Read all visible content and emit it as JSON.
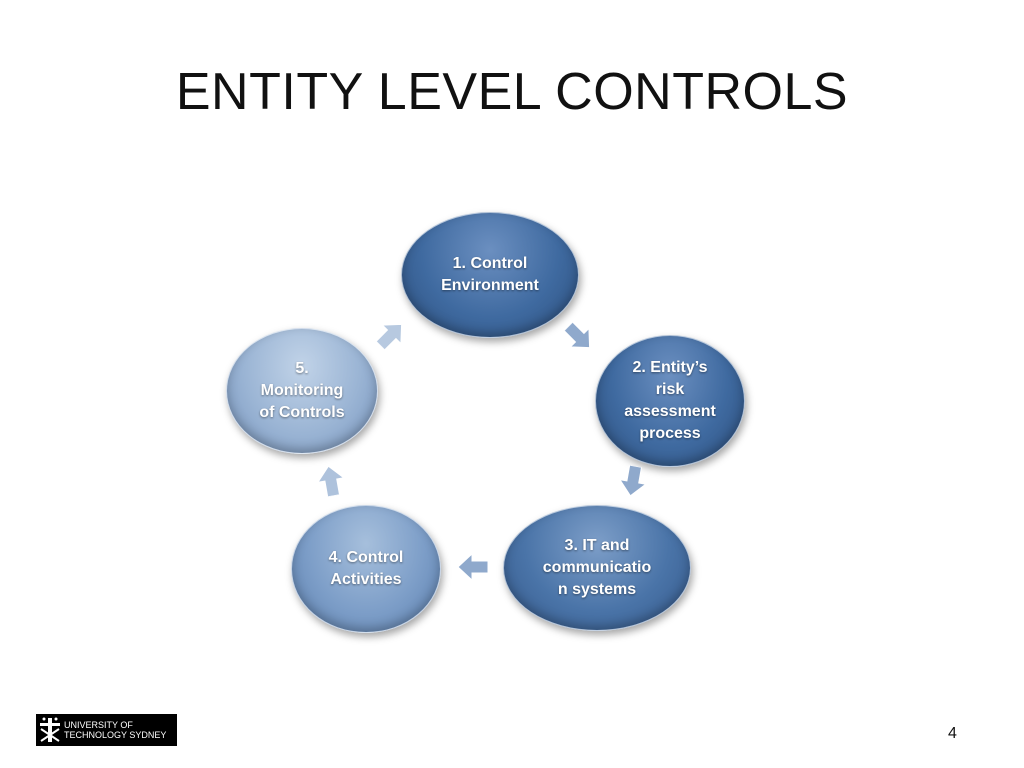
{
  "slide": {
    "title": "ENTITY LEVEL CONTROLS",
    "page_number": "4"
  },
  "diagram": {
    "type": "cycle",
    "nodes": [
      {
        "label": "1. Control\nEnvironment",
        "color": "#3f6aa0"
      },
      {
        "label": "2. Entity’s\nrisk\nassessment\nprocess",
        "color": "#3f6aa0"
      },
      {
        "label": "3. IT and\ncommunicatio\nn systems",
        "color": "#4a74a8"
      },
      {
        "label": "4. Control\nActivities",
        "color": "#7d9ec8"
      },
      {
        "label": "5.\nMonitoring\nof Controls",
        "color": "#9ab4d4"
      }
    ],
    "arrow_color": "#8fa9cc"
  },
  "footer": {
    "logo_text": "UNIVERSITY OF\nTECHNOLOGY SYDNEY",
    "logo_icon": "uts-logo-icon"
  }
}
